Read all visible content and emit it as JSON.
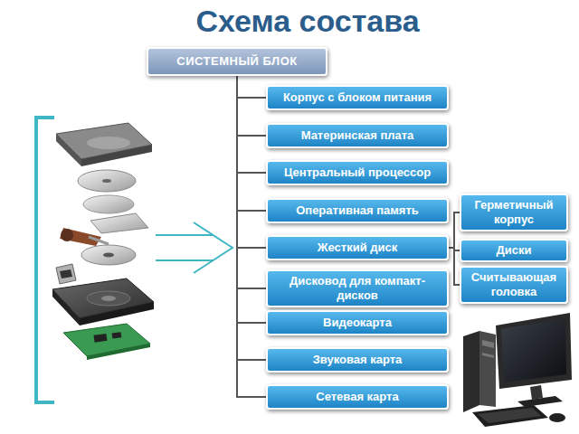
{
  "diagram": {
    "title": "Схема состава",
    "nodes": [
      {
        "text": [
          "СИСТЕМНЫЙ БЛОК"
        ]
      },
      {
        "text": [
          "Корпус с блоком питания"
        ]
      },
      {
        "text": [
          "Материнская плата"
        ]
      },
      {
        "text": [
          "Центральный процессор"
        ]
      },
      {
        "text": [
          "Оперативная память"
        ]
      },
      {
        "text": [
          "Жесткий диск"
        ]
      },
      {
        "text": [
          "Дисковод для компакт-дисков"
        ]
      },
      {
        "text": [
          "Видеокарта"
        ]
      },
      {
        "text": [
          "Звуковая карта"
        ]
      },
      {
        "text": [
          "Сетевая карта"
        ]
      },
      {
        "text": [
          "Герметичный корпус"
        ]
      },
      {
        "text": [
          "Диски"
        ]
      },
      {
        "text": [
          "Считывающая головка"
        ]
      }
    ],
    "edges": [
      {
        "from": 0,
        "to": 1,
        "arrow": "none"
      },
      {
        "from": 0,
        "to": 2,
        "arrow": "none"
      },
      {
        "from": 0,
        "to": 3,
        "arrow": "none"
      },
      {
        "from": 0,
        "to": 4,
        "arrow": "none"
      },
      {
        "from": 0,
        "to": 5,
        "arrow": "none"
      },
      {
        "from": 0,
        "to": 6,
        "arrow": "none"
      },
      {
        "from": 0,
        "to": 7,
        "arrow": "none"
      },
      {
        "from": 0,
        "to": 8,
        "arrow": "none"
      },
      {
        "from": 0,
        "to": 9,
        "arrow": "none"
      },
      {
        "from": 5,
        "to": 10,
        "arrow": "none"
      },
      {
        "from": 5,
        "to": 11,
        "arrow": "none"
      },
      {
        "from": 5,
        "to": 12,
        "arrow": "none"
      }
    ]
  }
}
